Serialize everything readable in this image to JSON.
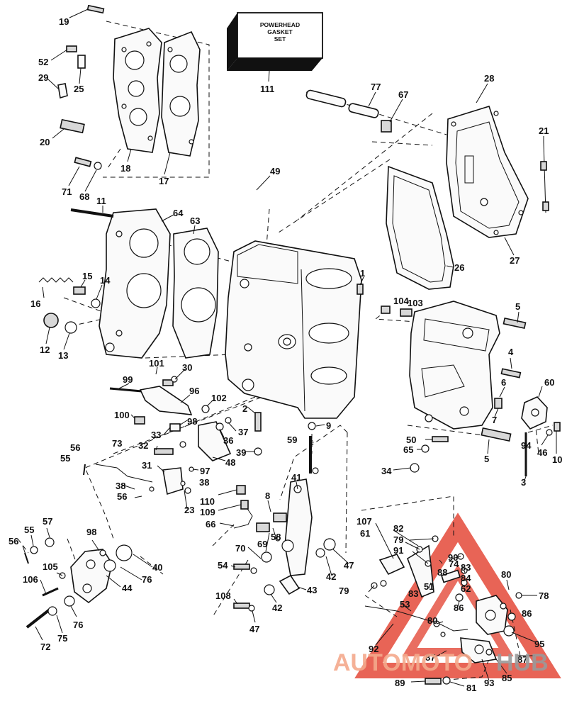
{
  "diagram": {
    "kit_label_lines": [
      "POWERHEAD",
      "GASKET",
      "SET"
    ],
    "watermark": {
      "part1": "AUTOMOTO",
      "part2": "HUB",
      "color1": "#f4a98c",
      "color2": "#9a9a9a",
      "triangle_color": "#e0301e"
    },
    "part_numbers": [
      "19",
      "52",
      "29",
      "25",
      "20",
      "18",
      "17",
      "111",
      "77",
      "67",
      "28",
      "21",
      "71",
      "68",
      "11",
      "64",
      "63",
      "49",
      "27",
      "26",
      "16",
      "15",
      "14",
      "12",
      "13",
      "1",
      "104",
      "103",
      "5",
      "4",
      "6",
      "60",
      "7",
      "101",
      "30",
      "99",
      "96",
      "102",
      "100",
      "98",
      "2",
      "9",
      "37",
      "36",
      "39",
      "33",
      "32",
      "48",
      "31",
      "97",
      "38",
      "23",
      "56",
      "55",
      "73",
      "110",
      "109",
      "66",
      "8",
      "41",
      "59",
      "50",
      "65",
      "34",
      "94",
      "46",
      "10",
      "3",
      "57",
      "40",
      "105",
      "76",
      "44",
      "106",
      "72",
      "75",
      "70",
      "69",
      "58",
      "54",
      "42",
      "47",
      "43",
      "108",
      "107",
      "82",
      "79",
      "91",
      "90",
      "88",
      "74",
      "83",
      "84",
      "62",
      "80",
      "86",
      "78",
      "61",
      "51",
      "53",
      "87",
      "92",
      "95",
      "85",
      "93",
      "89",
      "81"
    ]
  }
}
